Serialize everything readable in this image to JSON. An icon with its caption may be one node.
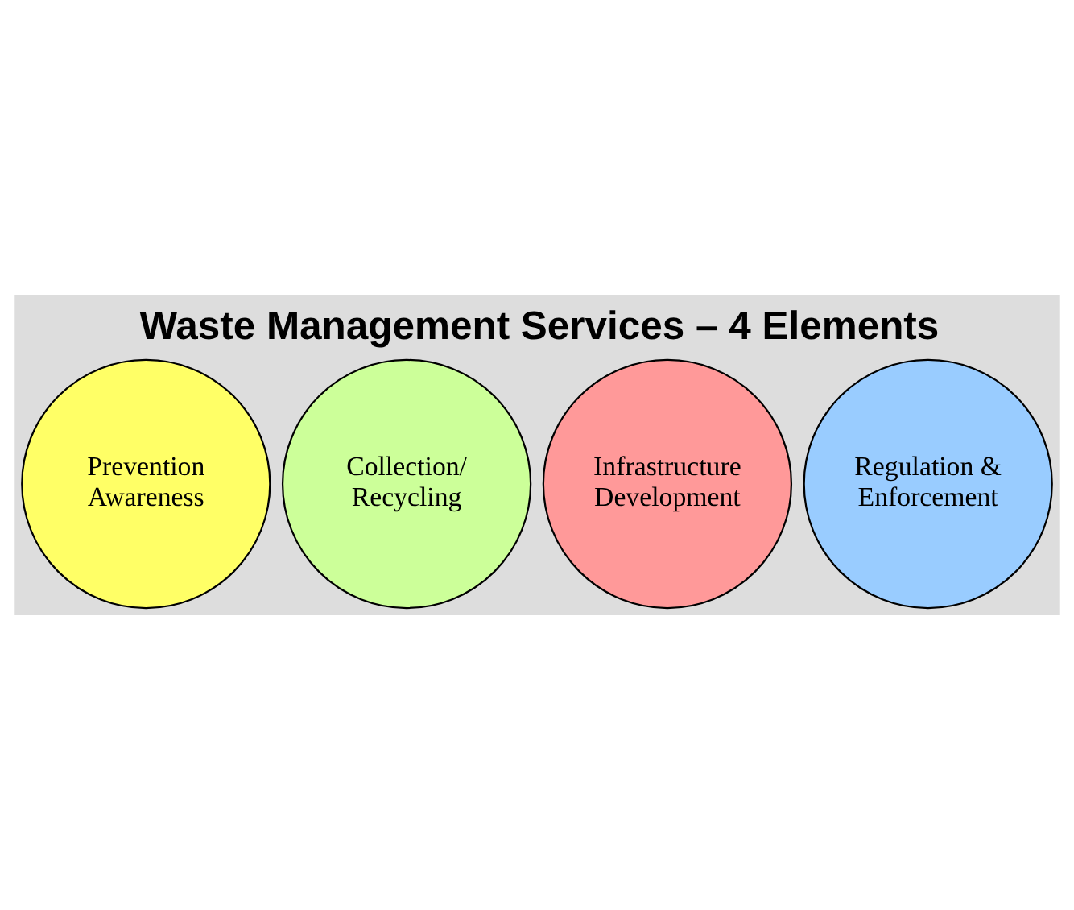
{
  "diagram": {
    "title": "Waste Management Services – 4 Elements",
    "nodes": [
      {
        "text": [
          "Prevention Awareness"
        ]
      },
      {
        "text": [
          "Collection/ Recycling"
        ]
      },
      {
        "text": [
          "Infrastructure Development"
        ]
      },
      {
        "text": [
          "Regulation & Enforcement"
        ]
      }
    ],
    "edges": []
  }
}
